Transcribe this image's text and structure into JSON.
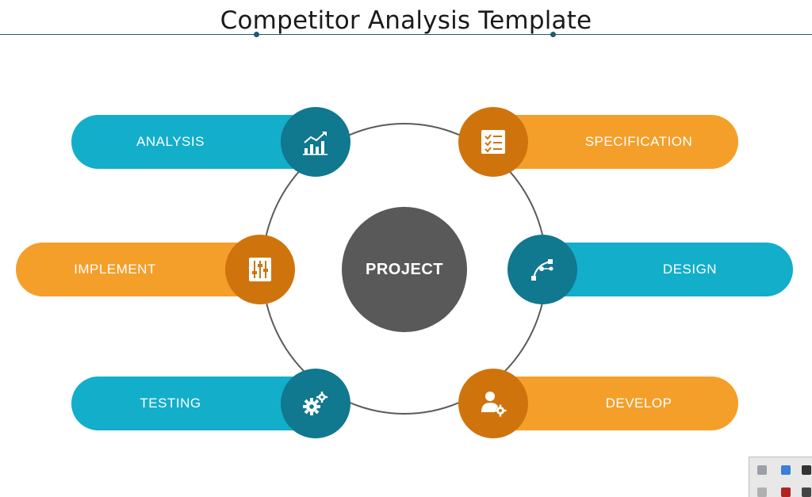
{
  "title": "Competitor Analysis Template",
  "center": {
    "label": "PROJECT"
  },
  "items": [
    {
      "label": "ANALYSIS",
      "icon": "bar-chart-icon"
    },
    {
      "label": "SPECIFICATION",
      "icon": "checklist-icon"
    },
    {
      "label": "IMPLEMENT",
      "icon": "sliders-icon"
    },
    {
      "label": "DESIGN",
      "icon": "bezier-pen-icon"
    },
    {
      "label": "TESTING",
      "icon": "gears-icon"
    },
    {
      "label": "DEVELOP",
      "icon": "user-gear-icon"
    }
  ],
  "colors": {
    "teal": "#13aec9",
    "teal_dark": "#10788f",
    "orange": "#f49f2a",
    "orange_dark": "#cf740d",
    "center": "#595959",
    "ring": "#5b5b5b",
    "rule": "#1f5b6e"
  }
}
